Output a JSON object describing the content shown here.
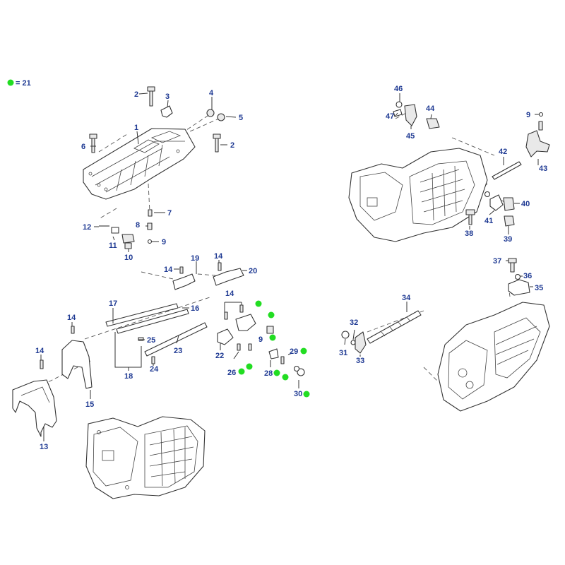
{
  "legend": {
    "marker_color": "#22dd22",
    "text": "= 21"
  },
  "colors": {
    "label": "#1f3a93",
    "marker": "#22dd22",
    "line": "#333333"
  },
  "labels": {
    "p1": "1",
    "p2a": "2",
    "p2b": "2",
    "p3": "3",
    "p4": "4",
    "p5": "5",
    "p6": "6",
    "p7a": "7",
    "p8": "8",
    "p9a": "9",
    "p9b": "9",
    "p9c": "9",
    "p10": "10",
    "p11": "11",
    "p12": "12",
    "p13": "13",
    "p14a": "14",
    "p14b": "14",
    "p14c": "14",
    "p14d": "14",
    "p14e": "14",
    "p15": "15",
    "p16": "16",
    "p17": "17",
    "p18": "18",
    "p19": "19",
    "p20": "20",
    "p22": "22",
    "p23": "23",
    "p24": "24",
    "p25": "25",
    "p26": "26",
    "p28": "28",
    "p29": "29",
    "p30": "30",
    "p31": "31",
    "p32": "32",
    "p33": "33",
    "p34": "34",
    "p35": "35",
    "p36": "36",
    "p37": "37",
    "p38": "38",
    "p39": "39",
    "p40": "40",
    "p41": "41",
    "p42": "42",
    "p43": "43",
    "p44": "44",
    "p45": "45",
    "p46": "46",
    "p47": "47"
  }
}
